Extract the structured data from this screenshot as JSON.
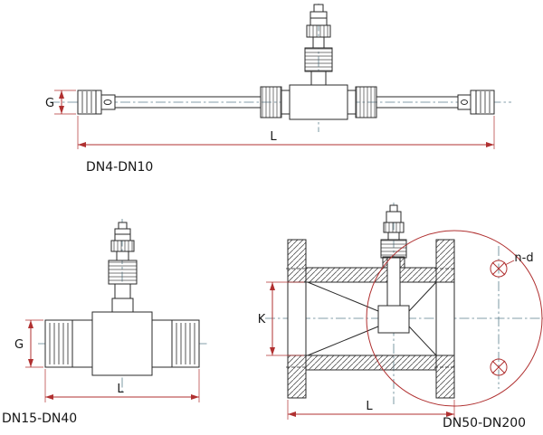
{
  "colors": {
    "dimension": "#b03030",
    "line": "#2a2a2a",
    "centerline": "#5b7f8d",
    "background": "#ffffff"
  },
  "figures": [
    {
      "caption": "DN4-DN10",
      "dims": {
        "g": "G",
        "l": "L"
      }
    },
    {
      "caption": "DN15-DN40",
      "dims": {
        "g": "G",
        "l": "L"
      }
    },
    {
      "caption": "DN50-DN200",
      "dims": {
        "k": "K",
        "l": "L",
        "nd": "n-d"
      }
    }
  ]
}
